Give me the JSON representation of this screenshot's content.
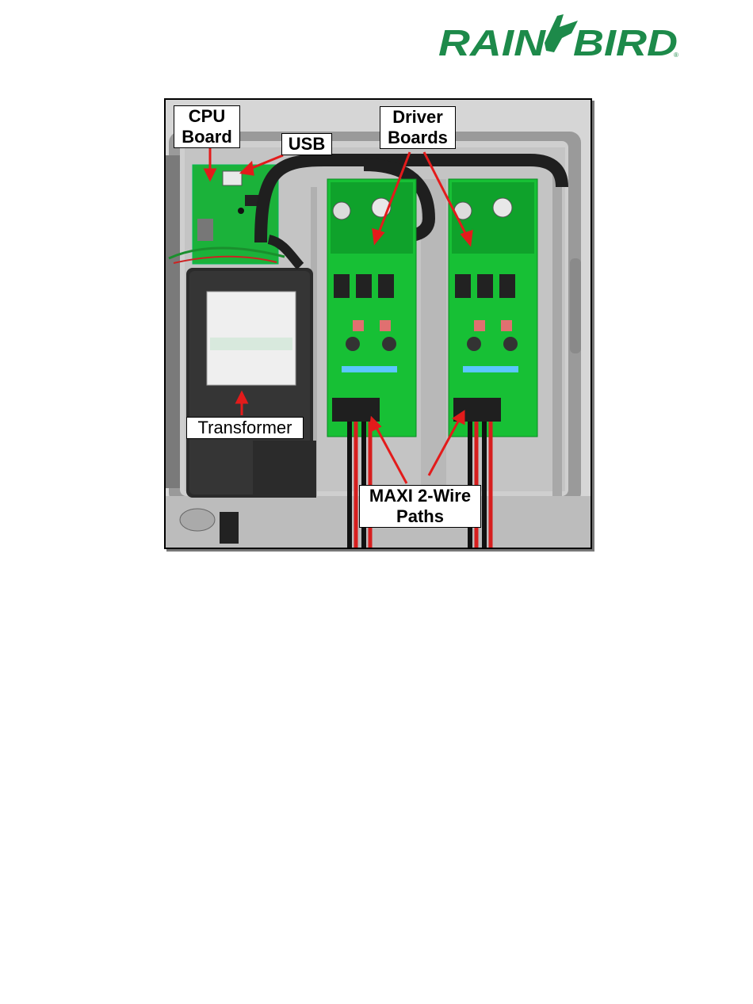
{
  "logo": {
    "text": "RAIN BIRD",
    "mark": "®",
    "brand_color": "#1d8a4a"
  },
  "figure": {
    "callouts": {
      "cpu_board": "CPU\nBoard",
      "usb": "USB",
      "driver_boards": "Driver\nBoards",
      "transformer": "Transformer",
      "maxi_paths": "MAXI 2-Wire\nPaths"
    },
    "arrow_color": "#e31b1b",
    "board_color": "#18c23a"
  }
}
